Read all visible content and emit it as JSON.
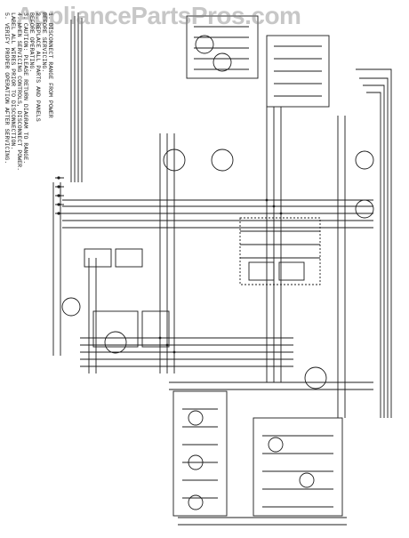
{
  "watermark": "AppliancePartsPros.com",
  "colors": {
    "ink": "#1c1c1c",
    "paper": "#ffffff",
    "watermark": "#8a8a8a"
  },
  "notes": [
    "1. DISCONNECT RANGE FROM POWER",
    "BEFORE SERVICING.",
    "2. REPLACE ALL PARTS AND PANELS",
    "BEFORE OPERATING.",
    "3. CAUTION: PLEASE RETURN DIAGRAM TO RANGE.",
    "4. WHEN SERVICING CONTROLS, DISCONNECT POWER.",
    "LABEL ALL WIRES PRIOR TO DISCONNECTION.",
    "5. VERIFY PROPER OPERATION AFTER SERVICING."
  ]
}
